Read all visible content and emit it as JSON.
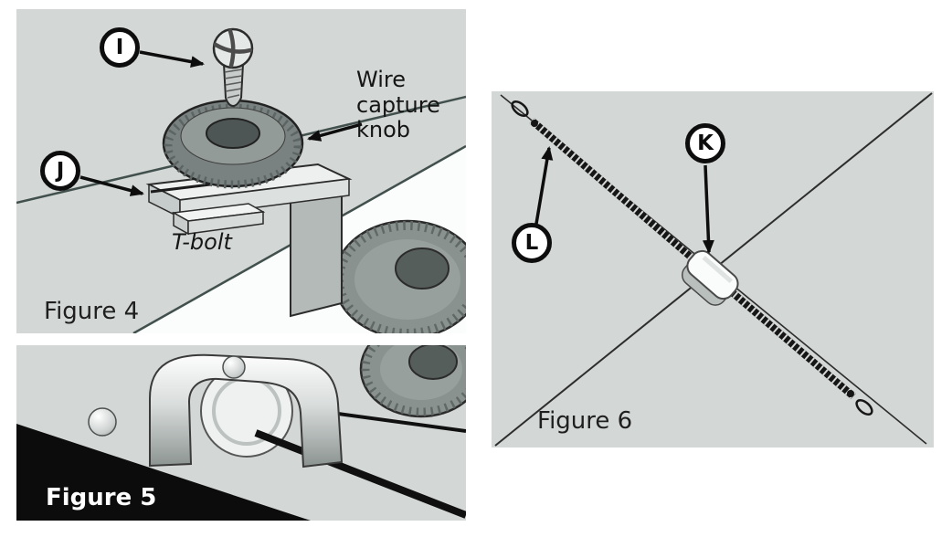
{
  "page": {
    "background": "#ffffff"
  },
  "colors": {
    "panel_bg": "#d3d7d5",
    "ink": "#0d0d0d"
  },
  "figure4": {
    "caption": "Figure 4",
    "callout_i": "I",
    "callout_j": "J",
    "wire_capture_knob_label": "Wire capture knob",
    "t_bolt_label": "T-bolt"
  },
  "figure5": {
    "caption": "Figure 5"
  },
  "figure6": {
    "caption": "Figure 6",
    "callout_k": "K",
    "callout_l": "L"
  }
}
